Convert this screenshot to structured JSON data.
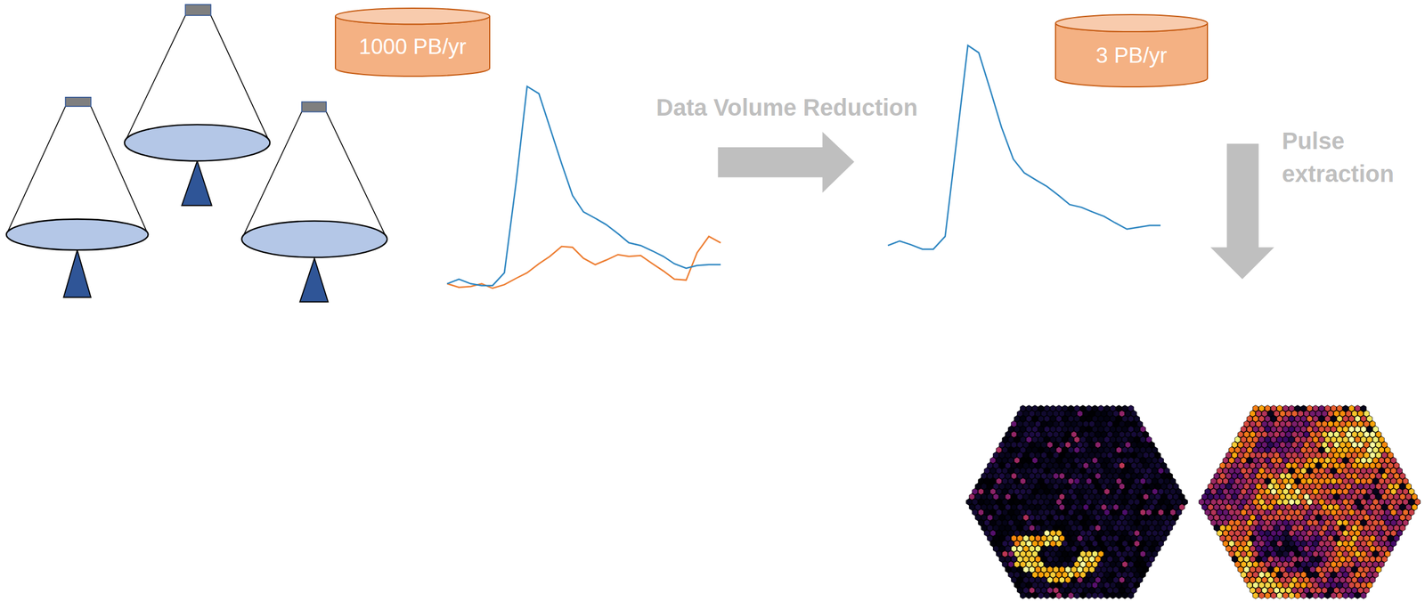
{
  "diagram": {
    "nodes": [
      {
        "text": [
          "1000 PB/yr"
        ]
      },
      {
        "text": [
          "3 PB/yr"
        ]
      }
    ],
    "labels": [
      "Data Volume Reduction",
      "Pulse extraction"
    ]
  }
}
